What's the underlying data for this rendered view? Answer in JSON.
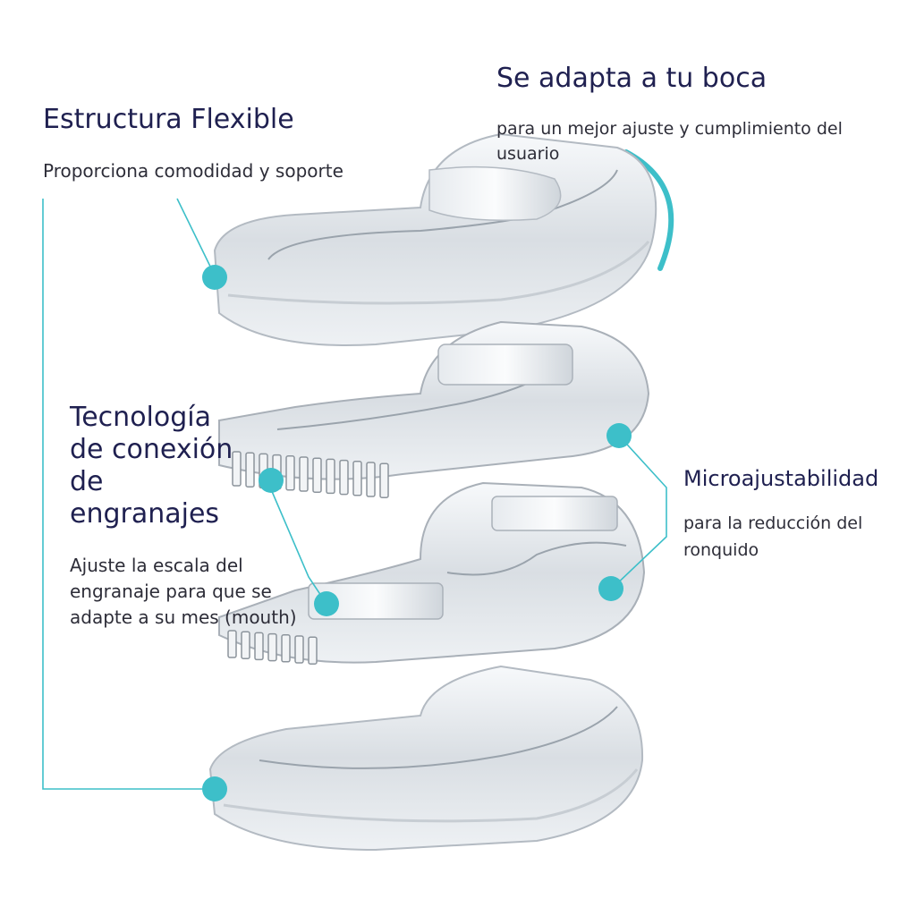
{
  "accent_color": "#3dbfc9",
  "text_color": "#1f2050",
  "callouts": {
    "top_left": {
      "title": "Estructura Flexible",
      "description": "Proporciona comodidad y soporte"
    },
    "top_right": {
      "title": "Se adapta a tu boca",
      "description": "para un mejor ajuste y cumplimiento del usuario"
    },
    "middle_left": {
      "title_lines": [
        "Tecnología",
        "de conexión",
        "de",
        "engranajes"
      ],
      "description": "Ajuste la escala del engranaje para que se adapte a su mes (mouth)"
    },
    "middle_right": {
      "title": "Microajustabilidad",
      "description": "para la reducción del ronquido"
    }
  },
  "icons": [
    "callout-dot-icon",
    "curved-arrow-icon",
    "mouthguard-layer-icon"
  ]
}
